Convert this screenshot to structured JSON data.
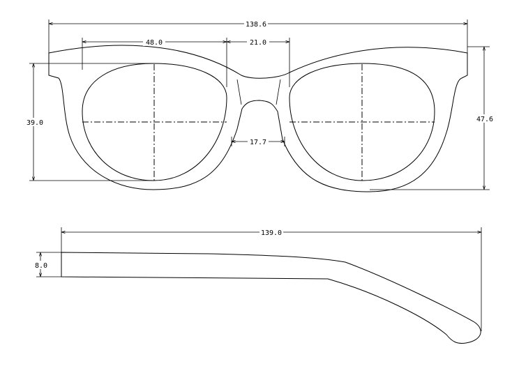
{
  "front_view": {
    "total_width": "138.6",
    "lens_width": "48.0",
    "bridge_width": "21.0",
    "lens_height": "39.0",
    "frame_height": "47.6",
    "nose_pad_distance": "17.7"
  },
  "side_view": {
    "temple_length": "139.0",
    "temple_thickness": "8.0"
  }
}
